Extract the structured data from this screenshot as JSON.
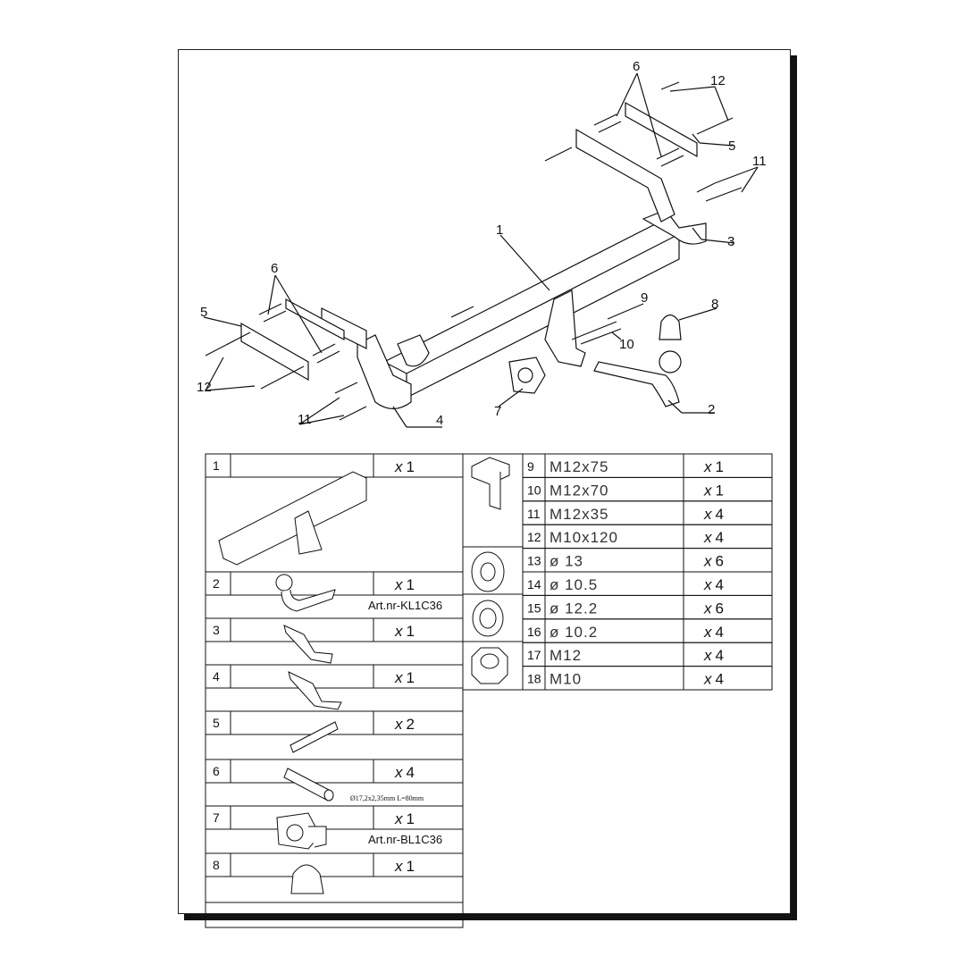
{
  "callouts": {
    "c1": "1",
    "c2": "2",
    "c3": "3",
    "c4": "4",
    "c5a": "5",
    "c5b": "5",
    "c6a": "6",
    "c6b": "6",
    "c7": "7",
    "c8": "8",
    "c9": "9",
    "c10": "10",
    "c11a": "11",
    "c11b": "11",
    "c12a": "12",
    "c12b": "12"
  },
  "left_parts": [
    {
      "num": "1",
      "qty_prefix": "x",
      "qty": "1",
      "art": ""
    },
    {
      "num": "2",
      "qty_prefix": "x",
      "qty": "1",
      "art": "Art.nr-KL1C36"
    },
    {
      "num": "3",
      "qty_prefix": "x",
      "qty": "1",
      "art": ""
    },
    {
      "num": "4",
      "qty_prefix": "x",
      "qty": "1",
      "art": ""
    },
    {
      "num": "5",
      "qty_prefix": "x",
      "qty": "2",
      "art": ""
    },
    {
      "num": "6",
      "qty_prefix": "x",
      "qty": "4",
      "art": "Ø17,2x2,35mm L=80mm"
    },
    {
      "num": "7",
      "qty_prefix": "x",
      "qty": "1",
      "art": "Art.nr-BL1C36"
    },
    {
      "num": "8",
      "qty_prefix": "x",
      "qty": "1",
      "art": ""
    }
  ],
  "right_parts": [
    {
      "num": "9",
      "spec": "M12x75",
      "qty_prefix": "x",
      "qty": "1"
    },
    {
      "num": "10",
      "spec": "M12x70",
      "qty_prefix": "x",
      "qty": "1"
    },
    {
      "num": "11",
      "spec": "M12x35",
      "qty_prefix": "x",
      "qty": "4"
    },
    {
      "num": "12",
      "spec": "M10x120",
      "qty_prefix": "x",
      "qty": "4"
    },
    {
      "num": "13",
      "spec": "ø 13",
      "qty_prefix": "x",
      "qty": "6"
    },
    {
      "num": "14",
      "spec": "ø 10.5",
      "qty_prefix": "x",
      "qty": "4"
    },
    {
      "num": "15",
      "spec": "ø 12.2",
      "qty_prefix": "x",
      "qty": "6"
    },
    {
      "num": "16",
      "spec": "ø 10.2",
      "qty_prefix": "x",
      "qty": "4"
    },
    {
      "num": "17",
      "spec": "M12",
      "qty_prefix": "x",
      "qty": "4"
    },
    {
      "num": "18",
      "spec": "M10",
      "qty_prefix": "x",
      "qty": "4"
    }
  ]
}
